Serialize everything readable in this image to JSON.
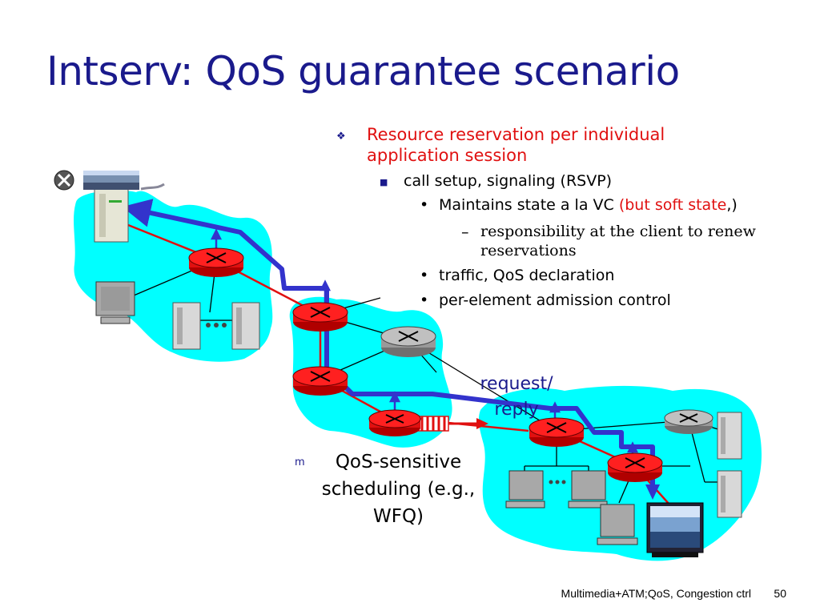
{
  "title": "Intserv: QoS guarantee scenario",
  "bullets": {
    "l1": [
      "Resource reservation per individual",
      "application session"
    ],
    "l2": "call setup, signaling (RSVP)",
    "l3a_prefix": "Maintains  state a la VC  ",
    "l3a_red": "(but soft state",
    "l3a_suffix": ",)",
    "l4": [
      "responsibility at the client to renew",
      "reservations"
    ],
    "l3b": "traffic, QoS declaration",
    "l3c": "per-element admission control",
    "marks": {
      "l1": "❖",
      "l2": "■",
      "l3": "•",
      "l4": "–"
    }
  },
  "diagram": {
    "request_reply": [
      "request/",
      "reply"
    ],
    "qos_marker": "m",
    "qos_label": [
      "QoS-sensitive",
      "scheduling (e.g.,",
      "WFQ)"
    ]
  },
  "colors": {
    "title": "#1a1a8c",
    "highlight": "#e01010",
    "network_cloud": "#00ffff",
    "signal_path": "#3333cc",
    "router": "#ff0000",
    "router_idle": "#a0a0a0"
  },
  "footer": {
    "text": "Multimedia+ATM;QoS, Congestion ctrl",
    "page": "50"
  }
}
